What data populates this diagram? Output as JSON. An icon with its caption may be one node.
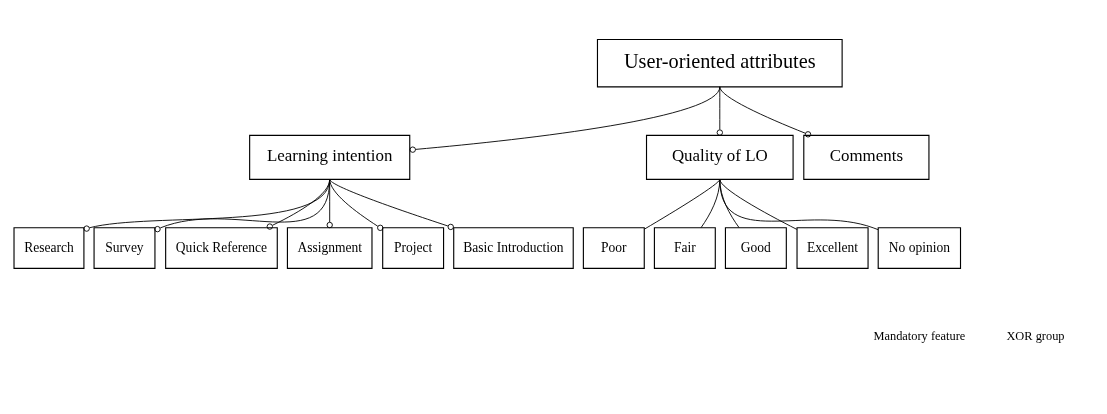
{
  "diagram": {
    "nodes": [
      {
        "text": [
          "User-oriented attributes"
        ]
      },
      {
        "text": [
          "Learning intention"
        ]
      },
      {
        "text": [
          "Quality of LO"
        ]
      },
      {
        "text": [
          "Comments"
        ]
      },
      {
        "text": [
          "Research"
        ]
      },
      {
        "text": [
          "Survey"
        ]
      },
      {
        "text": [
          "Quick Reference"
        ]
      },
      {
        "text": [
          "Assignment"
        ]
      },
      {
        "text": [
          "Project"
        ]
      },
      {
        "text": [
          "Basic Introduction"
        ]
      },
      {
        "text": [
          "Poor"
        ]
      },
      {
        "text": [
          "Fair"
        ]
      },
      {
        "text": [
          "Good"
        ]
      },
      {
        "text": [
          "Excellent"
        ]
      },
      {
        "text": [
          "No opinion"
        ]
      }
    ],
    "edges": [
      {
        "from": 0,
        "to": 1,
        "arrow": "other"
      },
      {
        "from": 0,
        "to": 2,
        "arrow": "other"
      },
      {
        "from": 0,
        "to": 3,
        "arrow": "other"
      },
      {
        "from": 1,
        "to": 4,
        "arrow": "other"
      },
      {
        "from": 1,
        "to": 5,
        "arrow": "other"
      },
      {
        "from": 1,
        "to": 6,
        "arrow": "other"
      },
      {
        "from": 1,
        "to": 7,
        "arrow": "other"
      },
      {
        "from": 1,
        "to": 8,
        "arrow": "other"
      },
      {
        "from": 1,
        "to": 9,
        "arrow": "other"
      },
      {
        "from": 2,
        "to": 10,
        "arrow": "none"
      },
      {
        "from": 2,
        "to": 11,
        "arrow": "none"
      },
      {
        "from": 2,
        "to": 12,
        "arrow": "none"
      },
      {
        "from": 2,
        "to": 13,
        "arrow": "none"
      },
      {
        "from": 2,
        "to": 14,
        "arrow": "none"
      }
    ],
    "legend": [
      {
        "text": "Mandatory feature"
      },
      {
        "text": "XOR group"
      }
    ]
  }
}
